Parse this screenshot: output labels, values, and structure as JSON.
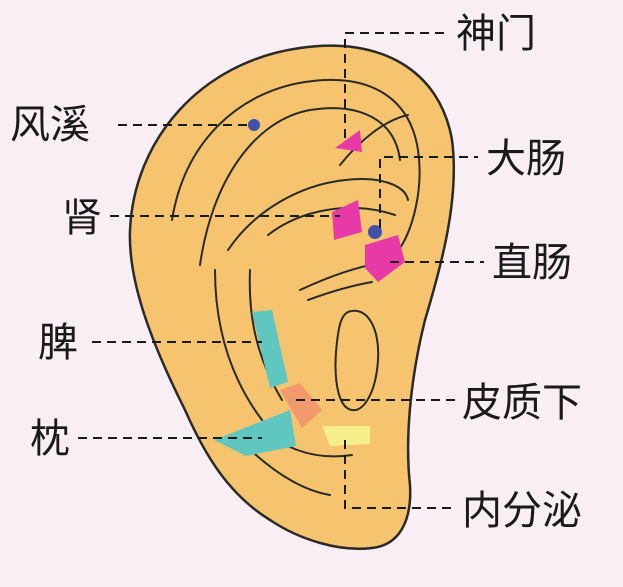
{
  "labels": {
    "shenmen": "神门",
    "fengxi": "风溪",
    "dachang": "大肠",
    "shen": "肾",
    "zhichang": "直肠",
    "pi": "脾",
    "pizhixia": "皮质下",
    "zhen": "枕",
    "neifenmi": "内分泌"
  },
  "colors": {
    "background": "#f8eef3",
    "ear_skin": "#f6c46e",
    "outline": "#2a2a2a",
    "magenta": "#e83aa6",
    "teal": "#5fc7c0",
    "salmon": "#f29a6e",
    "pale_yellow": "#f6f08c",
    "blue_dot": "#3f51a8"
  }
}
